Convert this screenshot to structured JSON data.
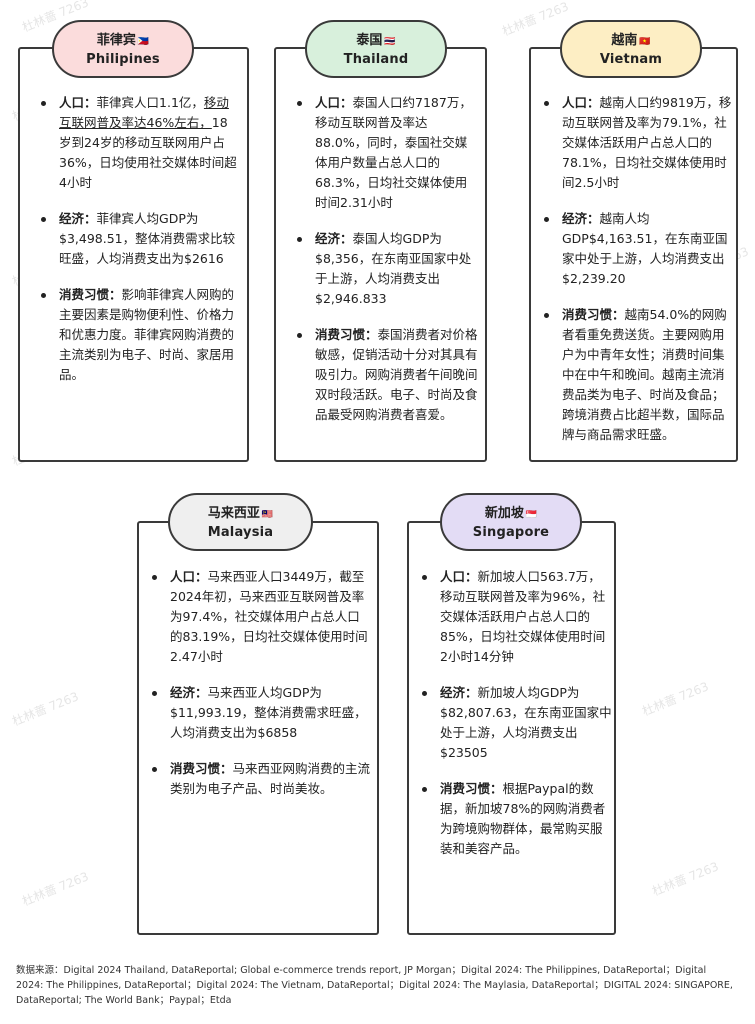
{
  "watermark": "杜林蔷 7263",
  "cards": [
    {
      "id": "philippines",
      "name_cn": "菲律宾",
      "flag": "🇵🇭",
      "name_en": "Philipines",
      "tag_color": "#fbdcdc",
      "items": [
        {
          "label": "人口：",
          "text_a": "菲律宾人口1.1亿，",
          "text_u": "移动互联网普及率达46%左右，",
          "text_b": "18岁到24岁的移动互联网用户占36%，日均使用社交媒体时间超4小时"
        },
        {
          "label": "经济：",
          "text_a": "菲律宾人均GDP为$3,498.51，整体消费需求比较旺盛，人均消费支出为$2616"
        },
        {
          "label": "消费习惯：",
          "text_a": "影响菲律宾人网购的主要因素是购物便利性、价格力和优惠力度。菲律宾网购消费的主流类别为电子、时尚、家居用品。"
        }
      ]
    },
    {
      "id": "thailand",
      "name_cn": "泰国",
      "flag": "🇹🇭",
      "name_en": "Thailand",
      "tag_color": "#d8f0dc",
      "items": [
        {
          "label": "人口：",
          "text_a": "泰国人口约7187万，移动互联网普及率达88.0%，同时，泰国社交媒体用户数量占总人口的68.3%，日均社交媒体使用时间2.31小时"
        },
        {
          "label": "经济：",
          "text_a": "泰国人均GDP为$8,356，在东南亚国家中处于上游，人均消费支出$2,946.833"
        },
        {
          "label": "消费习惯：",
          "text_a": "泰国消费者对价格敏感，促销活动十分对其具有吸引力。网购消费者午间晚间双时段活跃。电子、时尚及食品最受网购消费者喜爱。"
        }
      ]
    },
    {
      "id": "vietnam",
      "name_cn": "越南",
      "flag": "🇻🇳",
      "name_en": "Vietnam",
      "tag_color": "#fdeec4",
      "items": [
        {
          "label": "人口：",
          "text_a": "越南人口约9819万，移动互联网普及率为79.1%，社交媒体活跃用户占总人口的78.1%，日均社交媒体使用时间2.5小时"
        },
        {
          "label": "经济：",
          "text_a": "越南人均GDP$4,163.51，在东南亚国家中处于上游，人均消费支出$2,239.20"
        },
        {
          "label": "消费习惯：",
          "text_a": "越南54.0%的网购者看重免费送货。主要网购用户为中青年女性；消费时间集中在中午和晚间。越南主流消费品类为电子、时尚及食品；跨境消费占比超半数，国际品牌与商品需求旺盛。"
        }
      ]
    },
    {
      "id": "malaysia",
      "name_cn": "马来西亚",
      "flag": "🇲🇾",
      "name_en": "Malaysia",
      "tag_color": "#efefef",
      "items": [
        {
          "label": "人口：",
          "text_a": "马来西亚人口3449万，截至2024年初，马来西亚互联网普及率为97.4%，社交媒体用户占总人口的83.19%，日均社交媒体使用时间2.47小时"
        },
        {
          "label": "经济：",
          "text_a": "马来西亚人均GDP为$11,993.19，整体消费需求旺盛，人均消费支出为$6858"
        },
        {
          "label": "消费习惯：",
          "text_a": "马来西亚网购消费的主流类别为电子产品、时尚美妆。"
        }
      ]
    },
    {
      "id": "singapore",
      "name_cn": "新加坡",
      "flag": "🇸🇬",
      "name_en": "Singapore",
      "tag_color": "#e3dcf5",
      "items": [
        {
          "label": "人口：",
          "text_a": "新加坡人口563.7万，移动互联网普及率为96%，社交媒体活跃用户占总人口的85%，日均社交媒体使用时间2小时14分钟"
        },
        {
          "label": "经济：",
          "text_a": "新加坡人均GDP为$82,807.63，在东南亚国家中处于上游，人均消费支出$23505"
        },
        {
          "label": "消费习惯：",
          "text_a": "根据Paypal的数据，新加坡78%的网购消费者为跨境购物群体，最常购买服装和美容产品。"
        }
      ]
    }
  ],
  "footer": "数据来源：Digital 2024 Thailand, DataReportal; Global e-commerce trends report, JP Morgan；Digital 2024: The Philippines, DataReportal；Digital 2024: The Philippines, DataReportal；Digital 2024: The Vietnam, DataReportal；Digital 2024: The Maylasia, DataReportal；DIGITAL 2024: SINGAPORE, DataReportal; The World Bank；Paypal；Etda"
}
